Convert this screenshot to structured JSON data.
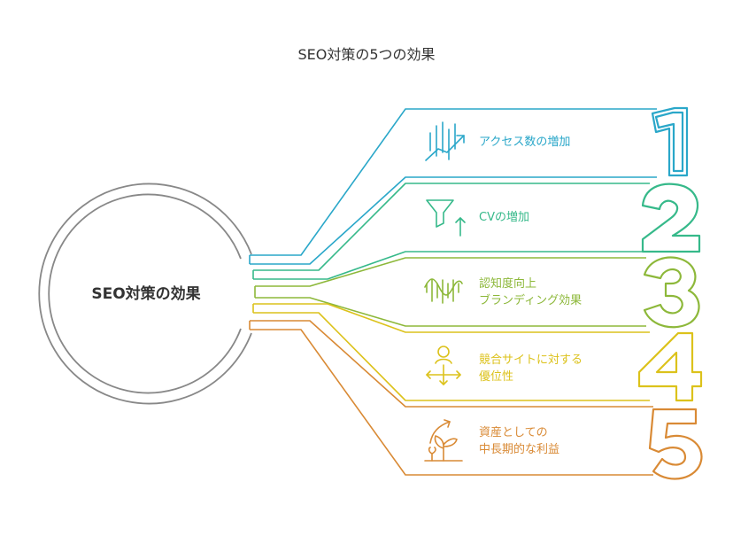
{
  "title": "SEO対策の5つの効果",
  "center_label": "SEO対策の効果",
  "items": [
    {
      "number": "1",
      "lines": [
        "アクセス数の増加"
      ],
      "color": "#2aa7c9",
      "icon": "bar-chart-trend-icon"
    },
    {
      "number": "2",
      "lines": [
        "CVの増加"
      ],
      "color": "#36b98a",
      "icon": "funnel-arrow-icon"
    },
    {
      "number": "3",
      "lines": [
        "認知度向上",
        "ブランディング効果"
      ],
      "color": "#8db83a",
      "icon": "wave-signal-icon"
    },
    {
      "number": "4",
      "lines": [
        "競合サイトに対する",
        "優位性"
      ],
      "color": "#dcc21b",
      "icon": "person-arrows-icon"
    },
    {
      "number": "5",
      "lines": [
        "資産としての",
        "中長期的な利益"
      ],
      "color": "#d98a35",
      "icon": "plant-growth-icon"
    }
  ]
}
